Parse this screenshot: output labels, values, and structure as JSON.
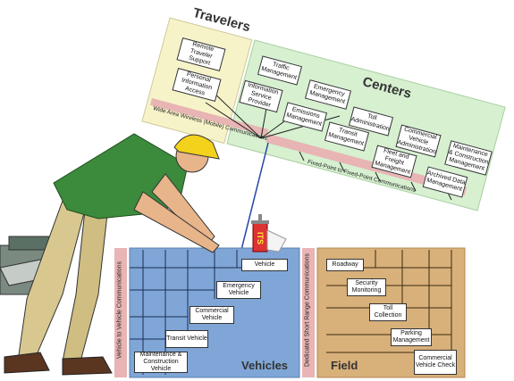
{
  "diagram": {
    "travelers": {
      "title": "Travelers",
      "items": [
        "Remote Traveler Support",
        "Personal Information Access"
      ]
    },
    "centers": {
      "title": "Centers",
      "items": [
        "Traffic Management",
        "Emergency Management",
        "Information Service Provider",
        "Emissions Management",
        "Toll Administration",
        "Transit Management",
        "Commercial Vehicle Administration",
        "Fleet and Freight Management",
        "Maintenance & Construction Management",
        "Archived Data Management"
      ]
    },
    "bus_wireless": "Wide Area Wireless (Mobile) Communications",
    "bus_fixed": "Fixed-Point to Fixed-Point Communications",
    "bus_v2v": "Vehicle to Vehicle Communications",
    "bus_dsrc": "Dedicated Short Range Communications",
    "vehicles": {
      "title": "Vehicles",
      "items": [
        "Vehicle",
        "Emergency Vehicle",
        "Commercial Vehicle",
        "Transit Vehicle",
        "Maintenance & Construction Vehicle"
      ]
    },
    "field": {
      "title": "Field",
      "items": [
        "Roadway",
        "Security Monitoring",
        "Toll Collection",
        "Parking Management",
        "Commercial Vehicle Check"
      ]
    },
    "its_logo": "ITS"
  },
  "colors": {
    "travelers_bg": "#f6f3c8",
    "centers_bg": "#d6f0d0",
    "bus_pink": "#e8b4b4",
    "vehicles_bg": "#7fa6d6",
    "field_bg": "#d8b07a"
  }
}
